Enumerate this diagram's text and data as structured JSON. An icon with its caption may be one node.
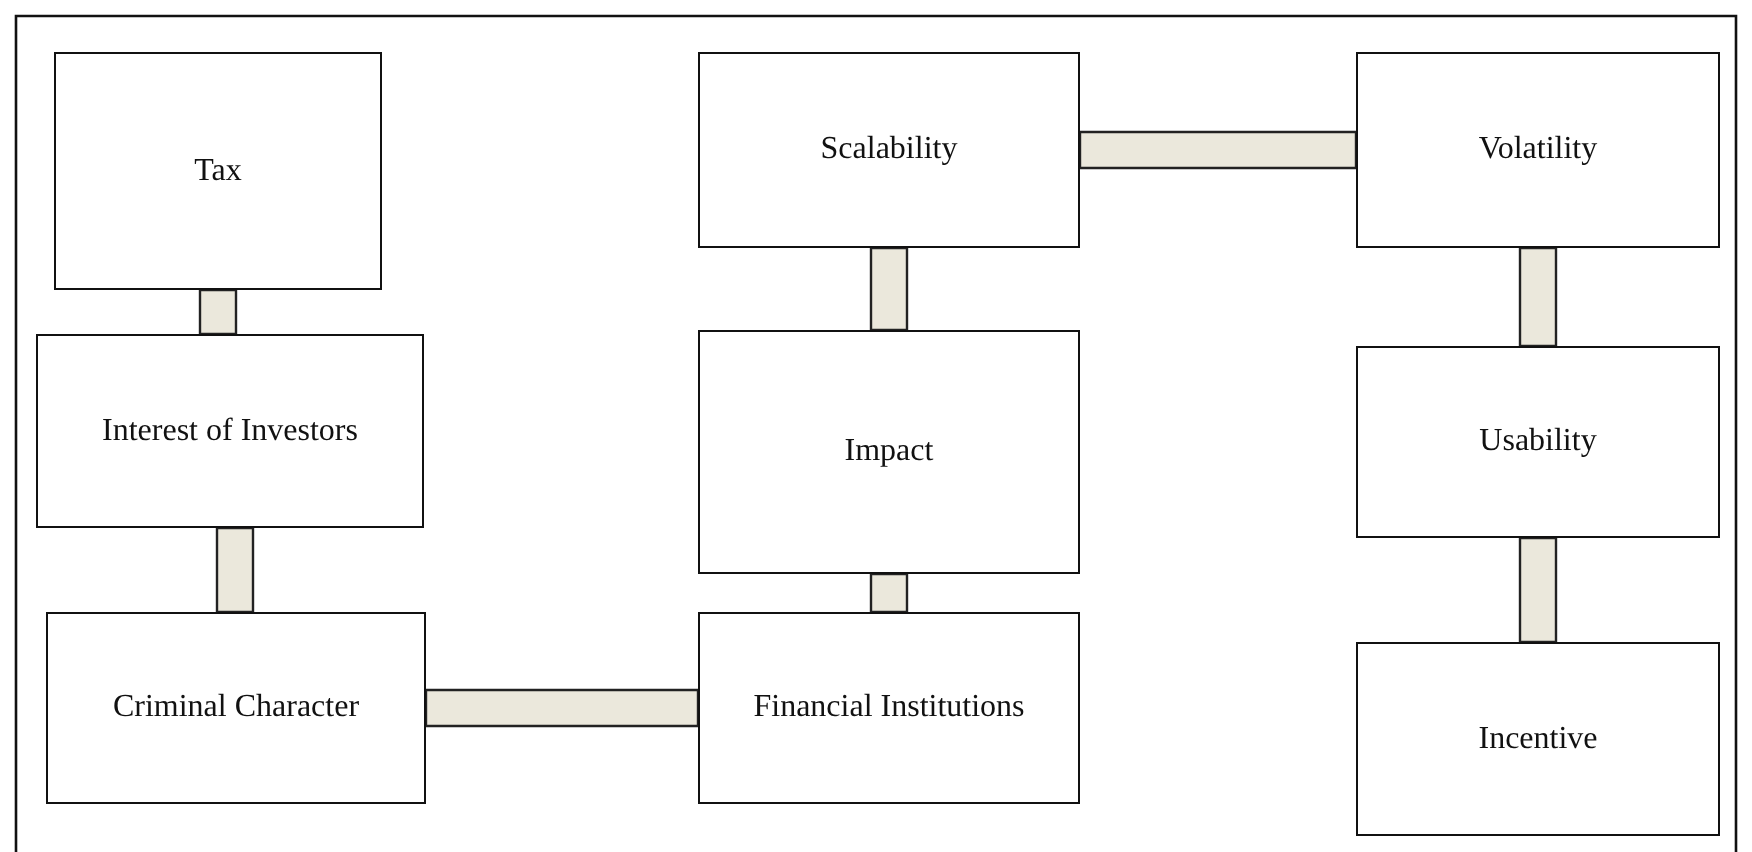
{
  "diagram": {
    "nodes": [
      {
        "text": [
          "Tax"
        ]
      },
      {
        "text": [
          "Interest of Investors"
        ]
      },
      {
        "text": [
          "Criminal Character"
        ]
      },
      {
        "text": [
          "Scalability"
        ]
      },
      {
        "text": [
          "Impact"
        ]
      },
      {
        "text": [
          "Financial Institutions"
        ]
      },
      {
        "text": [
          "Volatility"
        ]
      },
      {
        "text": [
          "Usability"
        ]
      },
      {
        "text": [
          "Incentive"
        ]
      }
    ],
    "edges": [
      {
        "from": 0,
        "to": 1,
        "arrow": "none"
      },
      {
        "from": 1,
        "to": 2,
        "arrow": "none"
      },
      {
        "from": 2,
        "to": 5,
        "arrow": "none"
      },
      {
        "from": 5,
        "to": 4,
        "arrow": "none"
      },
      {
        "from": 4,
        "to": 3,
        "arrow": "none"
      },
      {
        "from": 3,
        "to": 6,
        "arrow": "none"
      },
      {
        "from": 6,
        "to": 7,
        "arrow": "none"
      },
      {
        "from": 7,
        "to": 8,
        "arrow": "none"
      }
    ]
  }
}
